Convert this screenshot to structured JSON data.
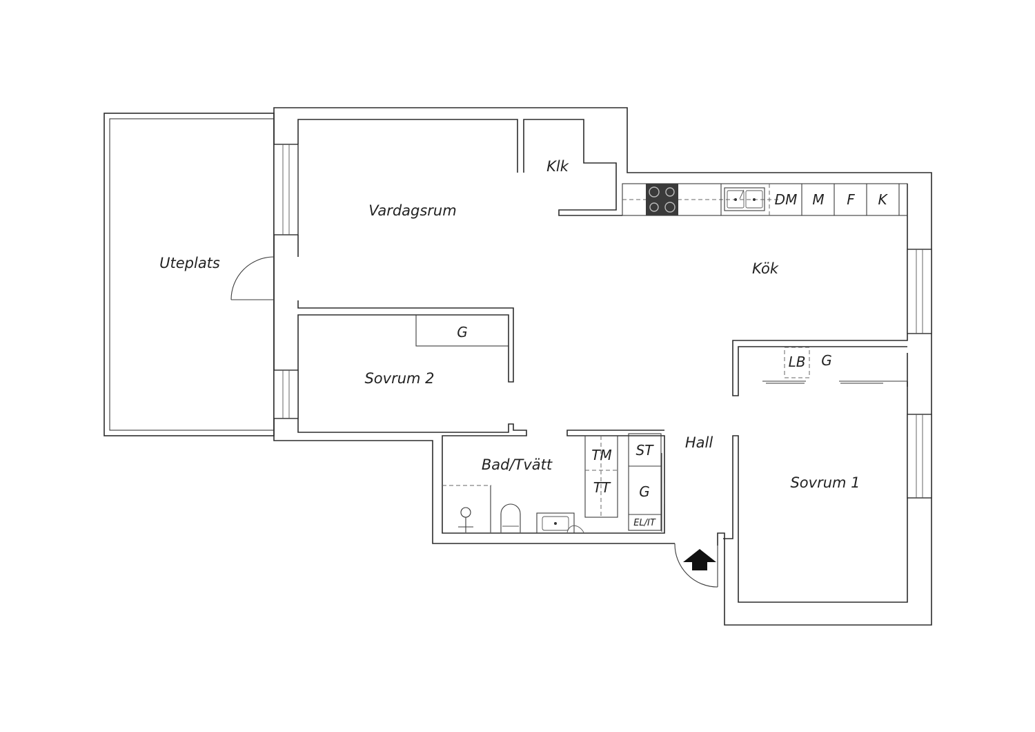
{
  "rooms": {
    "uteplats": "Uteplats",
    "vardagsrum": "Vardagsrum",
    "klk": "Klk",
    "kok": "Kök",
    "sovrum2": "Sovrum 2",
    "sovrum1": "Sovrum 1",
    "hall": "Hall",
    "bad": "Bad/Tvätt"
  },
  "fixtures": {
    "dm": "DM",
    "m": "M",
    "f": "F",
    "k": "K",
    "g_sovrum2": "G",
    "lb": "LB",
    "g_sovrum1": "G",
    "tm": "TM",
    "tt": "TT",
    "st": "ST",
    "g_hall": "G",
    "el_it": "EL/IT"
  },
  "colors": {
    "wall": "#2b2b2b",
    "stove": "#3a3a3a",
    "background": "#ffffff"
  },
  "icons": {
    "entrance": "entrance-arrow-icon",
    "stove": "stove-icon",
    "sink": "sink-icon",
    "toilet": "toilet-icon",
    "shower": "shower-icon",
    "washbasin": "washbasin-icon"
  }
}
